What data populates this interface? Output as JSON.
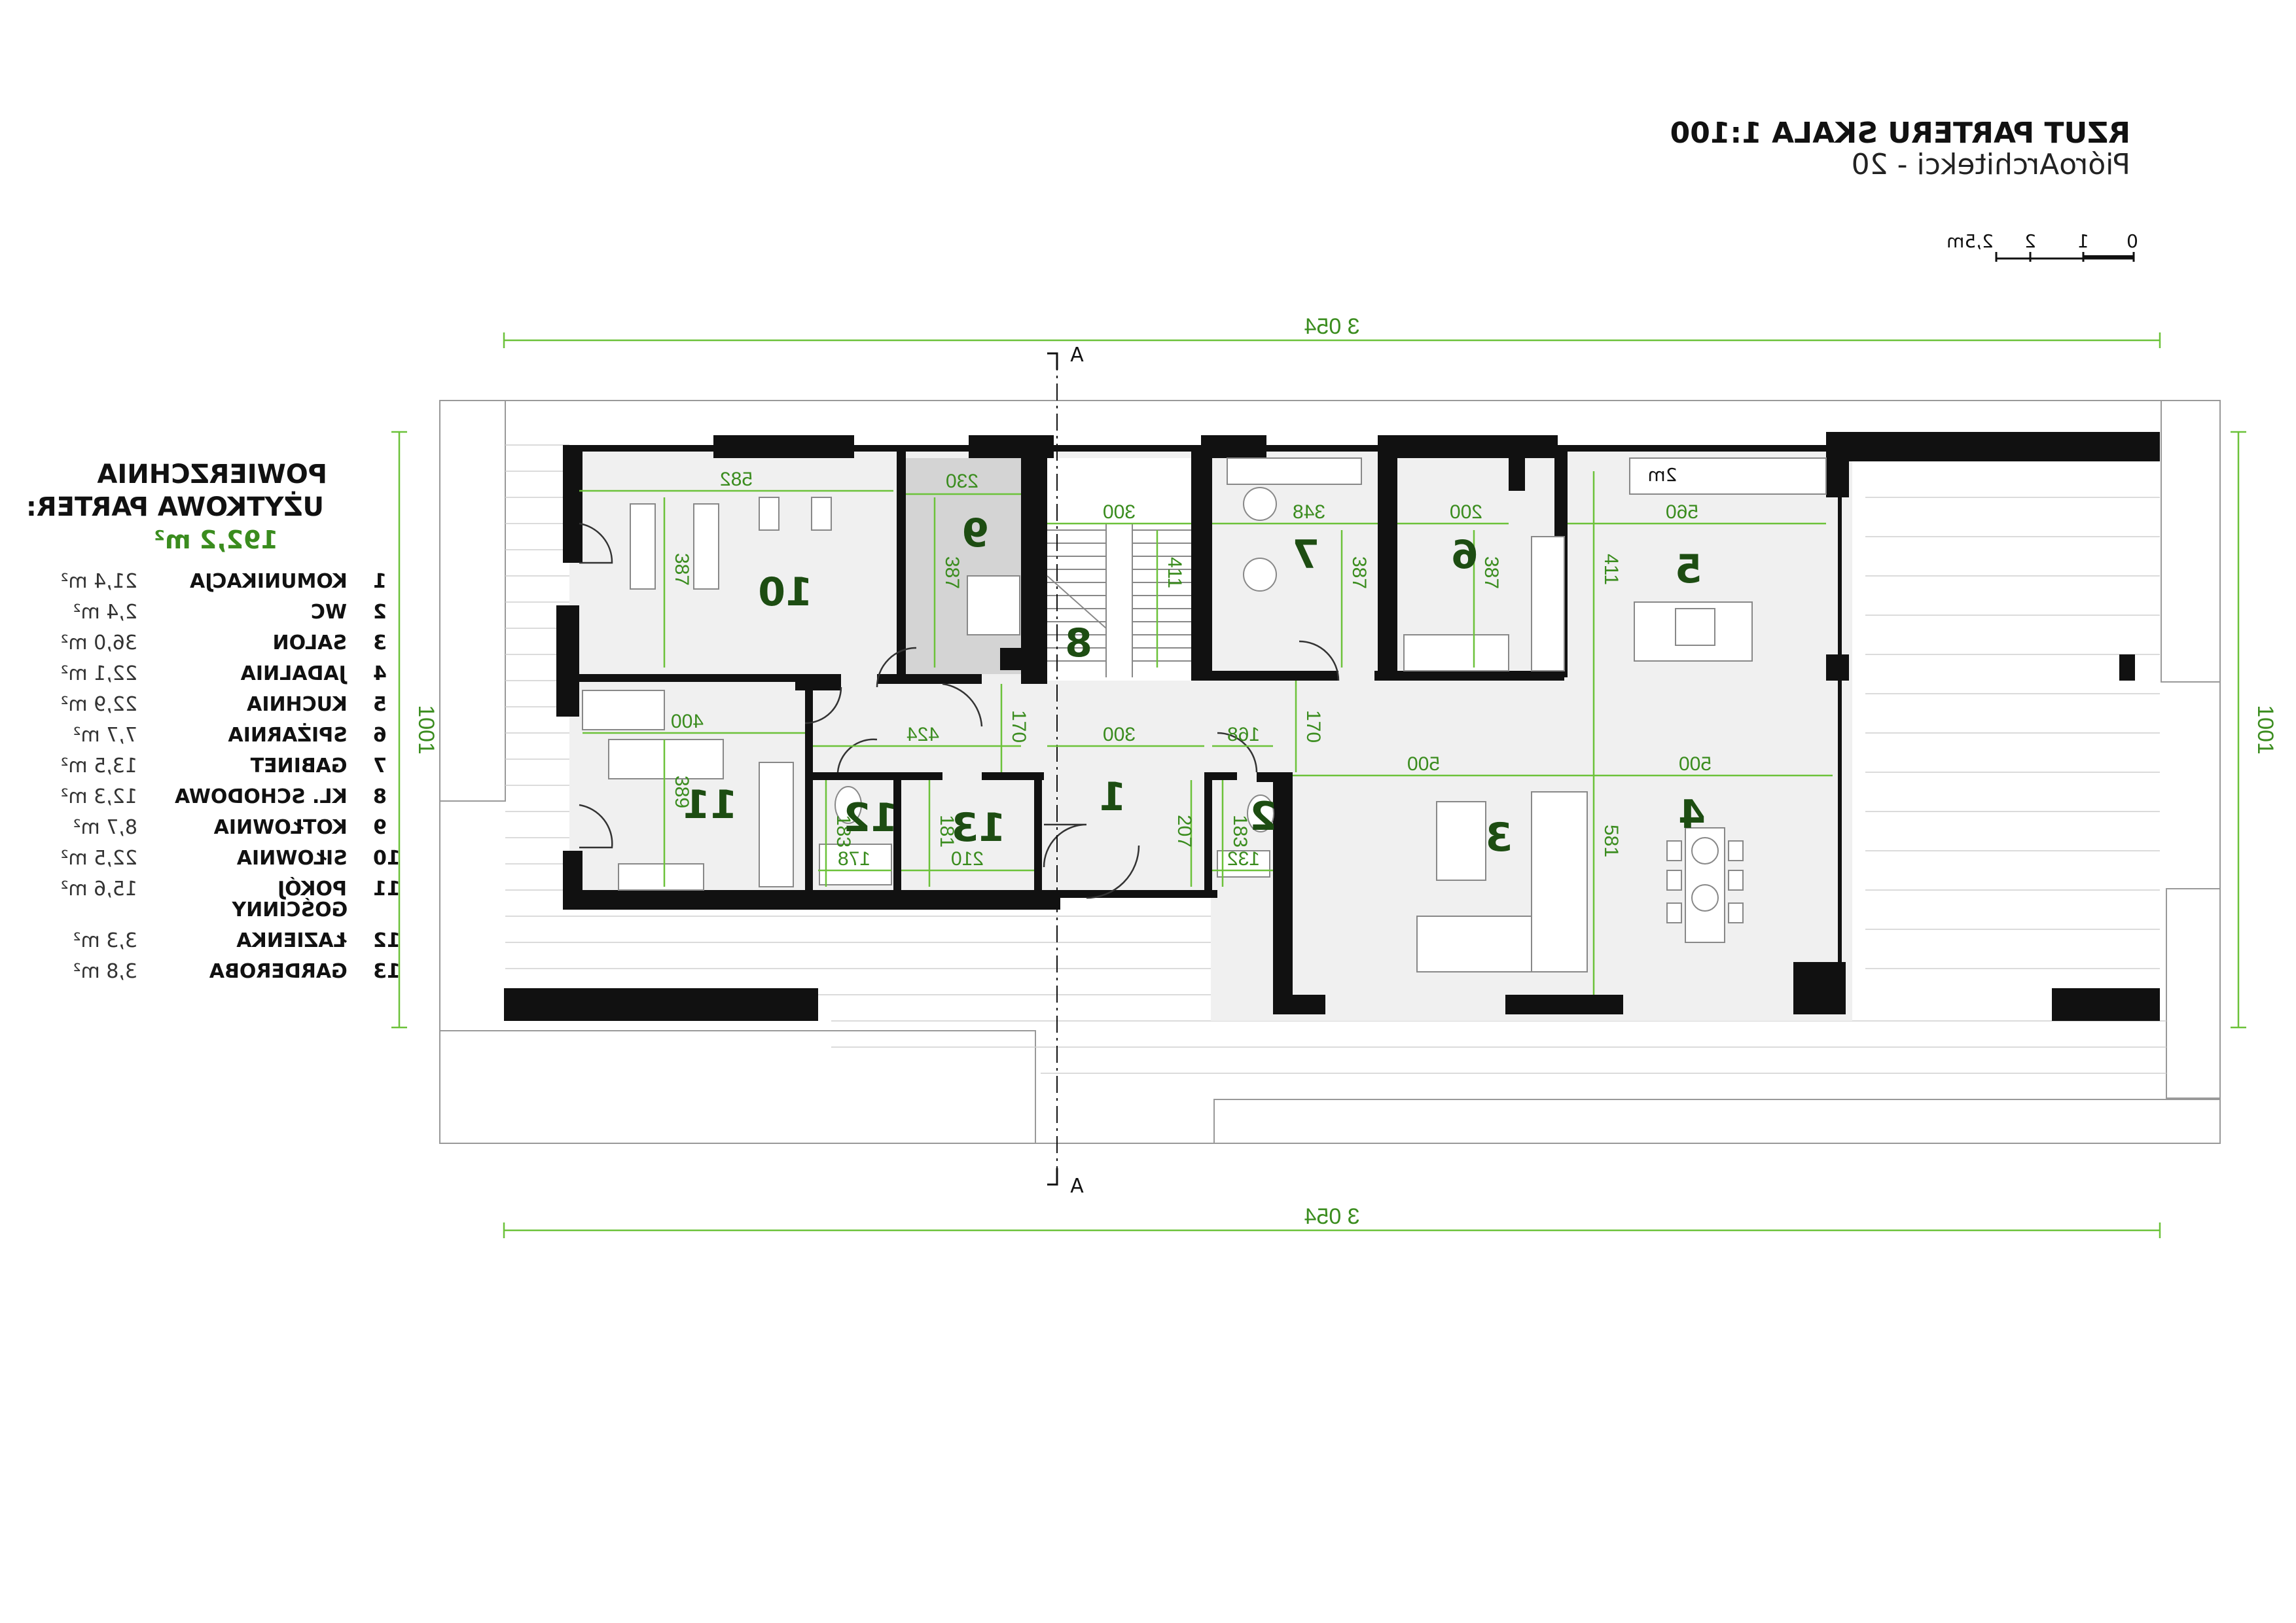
{
  "header": {
    "title": "RZUT PARTERU SKALA 1:100",
    "subtitle": "PióroArchitekci - 20"
  },
  "scale_bar": {
    "labels": [
      "0",
      "1",
      "2",
      "2,5m"
    ]
  },
  "overall_dimensions": {
    "width": "3 054",
    "depth": "1001"
  },
  "section_marker": "A",
  "legend": {
    "heading_line1": "POWIERZCHNIA",
    "heading_line2": "UŻYTKOWA PARTER:",
    "total": "192,2 m²",
    "rooms": [
      {
        "num": "1",
        "name": "KOMUNIKACJA",
        "area": "21,4 m²"
      },
      {
        "num": "2",
        "name": "WC",
        "area": "2,4 m²"
      },
      {
        "num": "3",
        "name": "SALON",
        "area": "36,0 m²"
      },
      {
        "num": "4",
        "name": "JADALNIA",
        "area": "22,1 m²"
      },
      {
        "num": "5",
        "name": "KUCHNIA",
        "area": "22,9 m²"
      },
      {
        "num": "6",
        "name": "SPIŻARNIA",
        "area": "7,7 m²"
      },
      {
        "num": "7",
        "name": "GABINET",
        "area": "13,5 m²"
      },
      {
        "num": "8",
        "name": "KL. SCHODOWA",
        "area": "12,3 m²"
      },
      {
        "num": "9",
        "name": "KOTŁOWNIA",
        "area": "8,7 m²"
      },
      {
        "num": "10",
        "name": "SIŁOWNIA",
        "area": "22,5 m²"
      },
      {
        "num": "11",
        "name": "POKÓJ",
        "name2": "GOŚCINNY",
        "area": "15,6 m²"
      },
      {
        "num": "12",
        "name": "ŁAZIENKA",
        "area": "3,3 m²"
      },
      {
        "num": "13",
        "name": "GARDEROBA",
        "area": "3,8 m²"
      }
    ]
  },
  "dimensions": {
    "d582": "582",
    "d230": "230",
    "d387a": "387",
    "d387b": "387",
    "d300a": "300",
    "d411a": "411",
    "d348": "348",
    "d387c": "387",
    "d200": "200",
    "d387d": "387",
    "d560": "560",
    "d411b": "411",
    "d400": "400",
    "d389": "389",
    "d424": "424",
    "d170a": "170",
    "d300b": "300",
    "d168": "168",
    "d170b": "170",
    "d500a": "500",
    "d500b": "500",
    "d183": "183",
    "d178": "178",
    "d181a": "181",
    "d210": "210",
    "d207": "207",
    "d183b": "183",
    "d132": "132",
    "d581": "581"
  },
  "kitchen_note": "2m"
}
